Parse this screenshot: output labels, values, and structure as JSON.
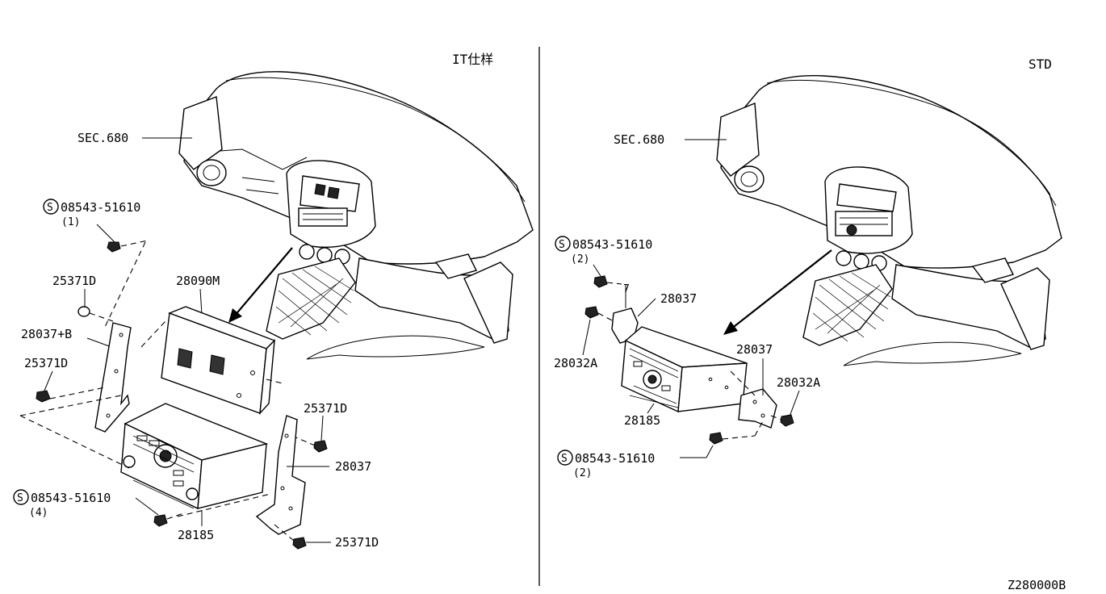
{
  "diagram_code": "Z280000B",
  "panels": {
    "left": {
      "variant": "IT仕样",
      "sec_ref": "SEC.680",
      "screw_a": {
        "part": "08543-51610",
        "qty": "(1)"
      },
      "pin_top": "25371D",
      "bracket_left": "28037+B",
      "pin_left": "25371D",
      "display_unit": "28090M",
      "pin_right": "25371D",
      "bracket_right": "28037",
      "screw_b": {
        "part": "08543-51610",
        "qty": "(4)"
      },
      "audio_unit": "28185",
      "pin_bottom": "25371D"
    },
    "right": {
      "variant": "STD",
      "sec_ref": "SEC.680",
      "screw_a": {
        "part": "08543-51610",
        "qty": "(2)"
      },
      "bracket_left": "28037",
      "clip_left": "28032A",
      "bracket_right": "28037",
      "clip_right": "28032A",
      "audio_unit": "28185",
      "screw_b": {
        "part": "08543-51610",
        "qty": "(2)"
      }
    }
  }
}
